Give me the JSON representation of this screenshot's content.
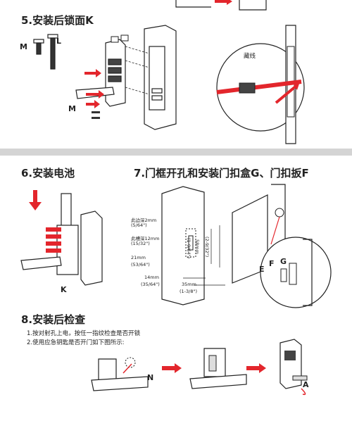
{
  "step5": {
    "title": "5.安装后锁面K",
    "screw_m": "M",
    "screw_l": "L",
    "label_m": "M",
    "inset_label": "藏线"
  },
  "step6": {
    "title": "6.安装电池",
    "label_k": "K"
  },
  "step7": {
    "title": "7.门框开孔和安装门扣盒G、门扣扳F",
    "dims": {
      "edge_depth": "此边深2mm",
      "edge_depth_in": "(5/64\")",
      "groove_depth": "此槽深12mm",
      "groove_depth_in": "(15/32\")",
      "d21": "21mm",
      "d21_in": "(53/64\")",
      "d14": "14mm",
      "d14_in": "(35/64\")",
      "d35": "35mm",
      "d35_in": "(1-3/8\")",
      "d58": "58mm",
      "d58_in": "(2-9/32\")",
      "d49_in": "(1-9/64\")"
    },
    "label_e": "E",
    "label_f": "F",
    "label_g": "G"
  },
  "step8": {
    "title": "8.安装后检查",
    "note1": "1.按对射孔上电，按任一指纹检查是否开锁",
    "note2": "2.使用应急钥匙是否开门如下图所示:",
    "label_n": "N",
    "label_a": "A"
  },
  "colors": {
    "arrow": "#e3262c",
    "divider": "#d4d4d4",
    "line": "#222222"
  }
}
